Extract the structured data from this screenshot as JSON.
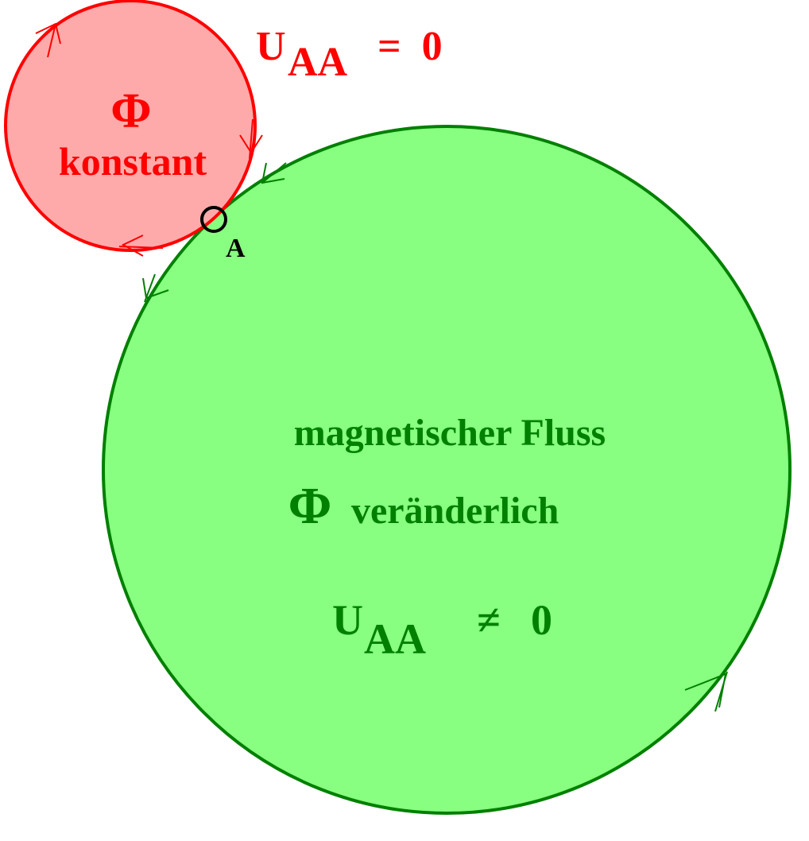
{
  "colors": {
    "red_stroke": "#ff0000",
    "red_fill": "#ffaaaa",
    "green_stroke": "#008000",
    "green_fill": "#88ff80",
    "point": "#000000"
  },
  "small_loop": {
    "symbol": "Φ",
    "label": "konstant",
    "voltage_main": "U",
    "voltage_sub": "AA",
    "voltage_rel": "=  0"
  },
  "big_loop": {
    "line1": "magnetischer Fluss",
    "symbol": "Φ",
    "line2": "veränderlich",
    "voltage_main": "U",
    "voltage_sub": "AA",
    "voltage_rel": "≠",
    "voltage_value": "0"
  },
  "point": {
    "label": "A"
  }
}
